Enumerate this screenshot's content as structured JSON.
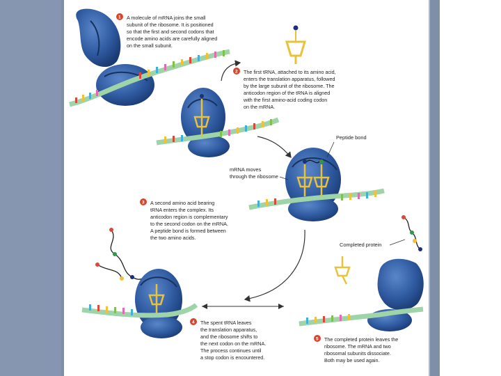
{
  "steps": [
    {
      "number": "1",
      "lines": [
        "A molecule of mRNA joins the small",
        "subunit of the ribosome. It is positioned",
        "so that the first and second codons that",
        "encode amino acids are carefully aligned",
        "on the small subunit."
      ]
    },
    {
      "number": "2",
      "lines": [
        "The first tRNA, attached to its amino acid,",
        "enters the translation apparatus, followed",
        "by the large subunit of the ribosome. The",
        "anticodon region of the tRNA is aligned",
        "with the first amino-acid coding codon",
        "on the mRNA."
      ]
    },
    {
      "number": "3",
      "lines": [
        "A second amino acid bearing",
        "tRNA enters the complex. Its",
        "anticodon region is complementary",
        "to the second codon on the mRNA.",
        "A  peptide bond is formed between",
        "the two amino acids."
      ]
    },
    {
      "number": "4",
      "lines": [
        "The spent tRNA leaves",
        "the translation apparatus,",
        "and the ribosome shifts to",
        "the next codon on the mRNA.",
        "The process continues until",
        "a stop codon is encountered."
      ]
    },
    {
      "number": "5",
      "lines": [
        "The completed protein leaves the",
        "ribosome. The mRNA and two",
        "ribosomal subunits dissociate.",
        "Both may be used again."
      ]
    }
  ],
  "labels": {
    "peptide_bond": "Peptide bond",
    "mrna_moves": [
      "mRNA moves",
      "through the ribosome"
    ],
    "completed_protein": "Completed protein"
  },
  "colors": {
    "ribosome": "#2f5aa0",
    "ribosome_dark": "#1d3f7a",
    "mrna": "#9fd3a8",
    "step_badge": "#d8452b",
    "trna": "#e8c33a"
  }
}
